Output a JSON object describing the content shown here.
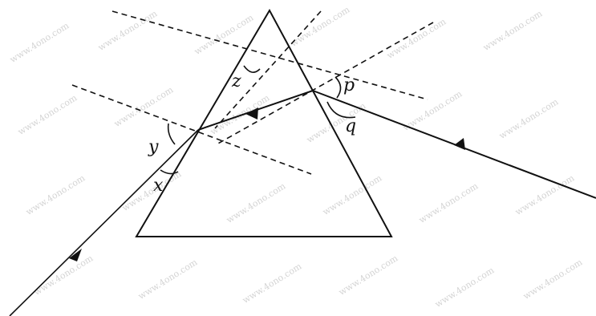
{
  "diagram": {
    "labels": {
      "p": "p",
      "q": "q",
      "y": "y",
      "x": "x",
      "z": "z"
    },
    "watermark": "www.4ono.com",
    "colors": {
      "line": "#111111",
      "background": "#ffffff",
      "watermark": "#d4d4d4"
    }
  }
}
